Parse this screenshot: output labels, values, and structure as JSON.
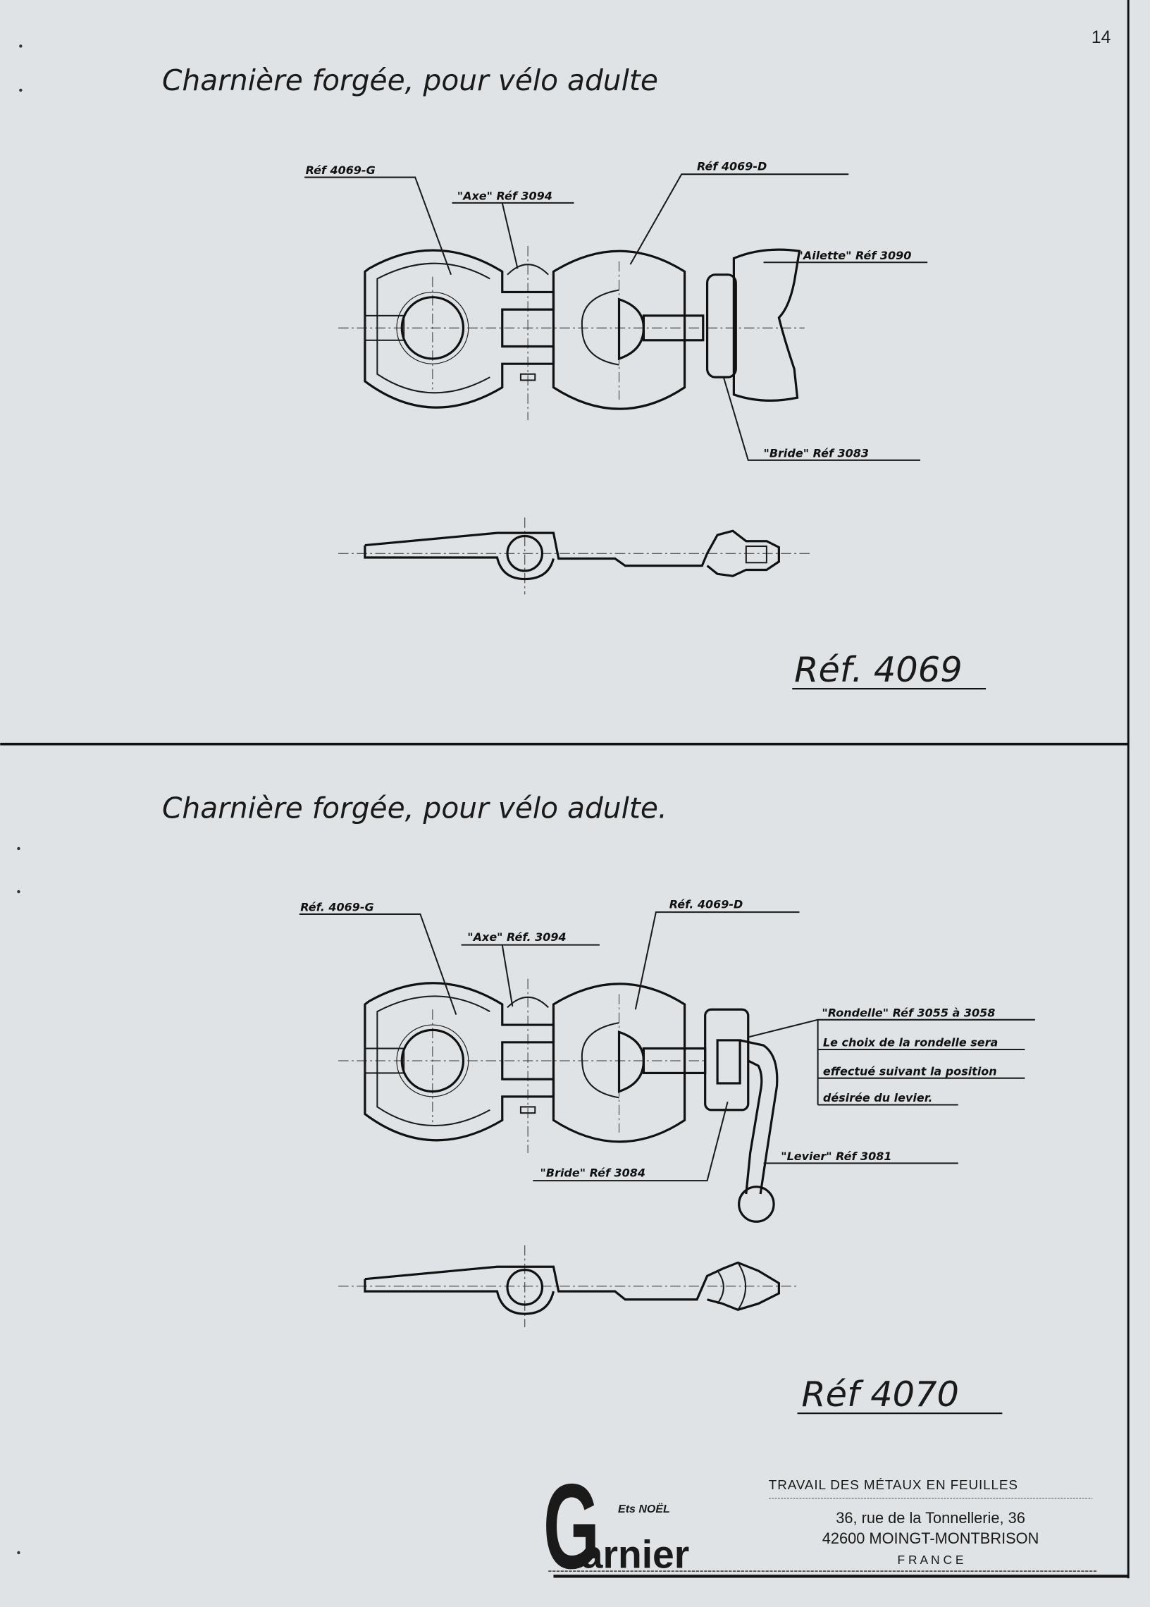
{
  "page_number": "14",
  "section_top": {
    "title": "Charnière forgée, pour vélo adulte",
    "labels": {
      "left_body": "Réf 4069-G",
      "axle": "\"Axe\" Réf 3094",
      "right_body": "Réf 4069-D",
      "wing": "\"Ailette\" Réf 3090",
      "clamp": "\"Bride\" Réf 3083"
    },
    "reference": "Réf. 4069"
  },
  "section_bottom": {
    "title": "Charnière forgée, pour vélo adulte.",
    "labels": {
      "left_body": "Réf. 4069-G",
      "axle": "\"Axe\" Réf. 3094",
      "right_body": "Réf. 4069-D",
      "washer": "\"Rondelle\" Réf 3055 à 3058",
      "washer_note": [
        "Le choix de la rondelle sera",
        "effectué suivant la position",
        "désirée du levier."
      ],
      "lever": "\"Levier\" Réf 3081",
      "clamp": "\"Bride\" Réf 3084"
    },
    "reference": "Réf 4070"
  },
  "footer": {
    "logo_initial": "G",
    "logo_rest": "arnier",
    "logo_prefix": "Ets NOËL",
    "tagline": "TRAVAIL DES MÉTAUX EN FEUILLES",
    "address_line1": "36, rue de la Tonnellerie, 36",
    "address_line2": "42600 MOINGT-MONTBRISON",
    "country": "F R A N C E"
  }
}
